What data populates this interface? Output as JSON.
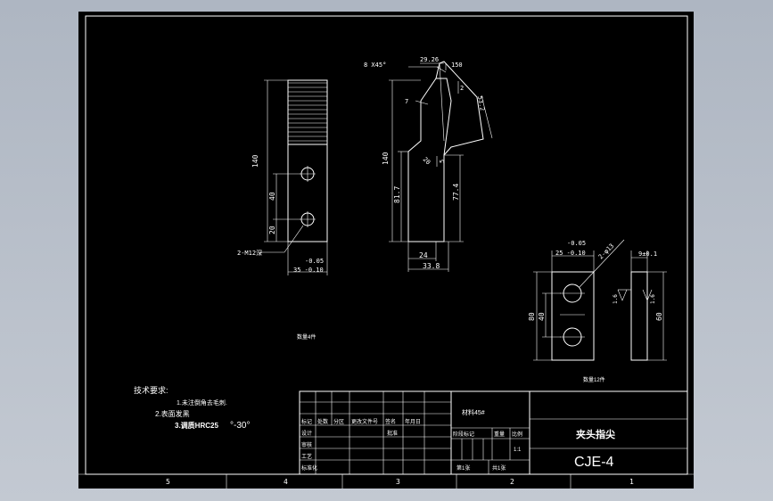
{
  "dims_front": {
    "d140": "140",
    "d40": "40",
    "d20": "20",
    "hole": "2-M12深",
    "tol_upper": "-0.05",
    "width": "35 -0.10"
  },
  "dims_side": {
    "chamfer": "8 X45°",
    "d29": "29.26",
    "d150": "150",
    "d2": "2",
    "d532": "53.2",
    "d7": "7",
    "d20a": "20",
    "d5": "5",
    "d140": "140",
    "d817": "81.7",
    "d774": "77.4",
    "d24": "24",
    "d338": "33.8"
  },
  "dims_small": {
    "tol_upper": "-0.05",
    "width": "25 -0.10",
    "hole": "2-φ13",
    "thick": "9±0.1",
    "h80": "80",
    "h40": "40",
    "h60": "60",
    "ra": "1.6"
  },
  "note_count_a": "数量4件",
  "note_count_b": "数量12件",
  "tech": {
    "title": "技术要求:",
    "line1": "1.未注倒角去毛刺.",
    "line2": "2.表面发黑",
    "line3": "3.调质HRC25",
    "line3b": "°-30°"
  },
  "title_block": {
    "part_name": "夹头指尖",
    "drawing_no": "CJE-4",
    "material": "材料45#",
    "rows": [
      "标记",
      "设计",
      "审核",
      "工艺",
      "标准化"
    ],
    "cols": [
      "处数",
      "分区",
      "更改文件号",
      "签名",
      "年月日"
    ],
    "sig": "批准",
    "stage_label": "阶段标记",
    "weight": "重量",
    "scale": "比例",
    "scale_val": "1:1",
    "sheet_a": "共1张",
    "sheet_b": "第1张"
  },
  "zones": [
    "5",
    "4",
    "3",
    "2",
    "1"
  ]
}
